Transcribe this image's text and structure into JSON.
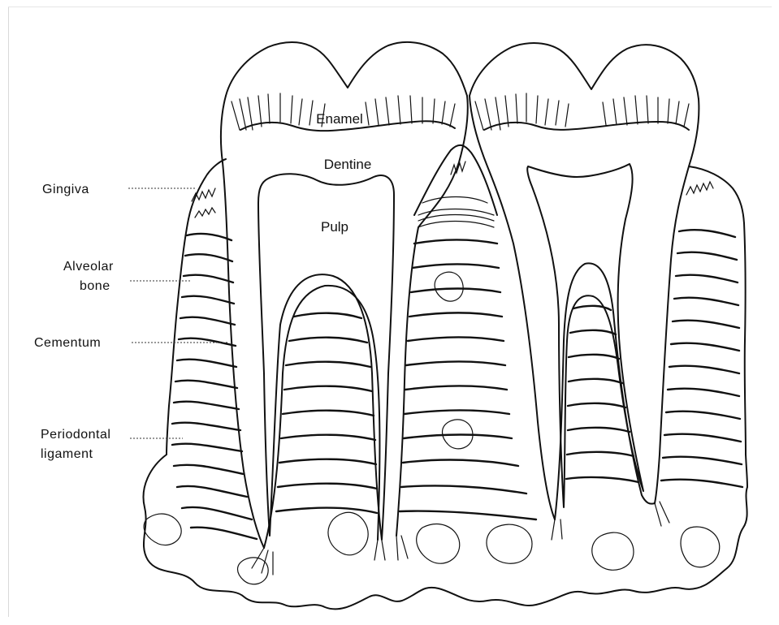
{
  "labels": {
    "enamel": "Enamel",
    "dentine": "Dentine",
    "pulp": "Pulp",
    "gingiva": "Gingiva",
    "alveolar_line1": "Alveolar",
    "alveolar_line2": "bone",
    "cementum": "Cementum",
    "periodontal_line1": "Periodontal",
    "periodontal_line2": "ligament"
  },
  "colors": {
    "ink": "#111111",
    "paper": "#ffffff"
  }
}
